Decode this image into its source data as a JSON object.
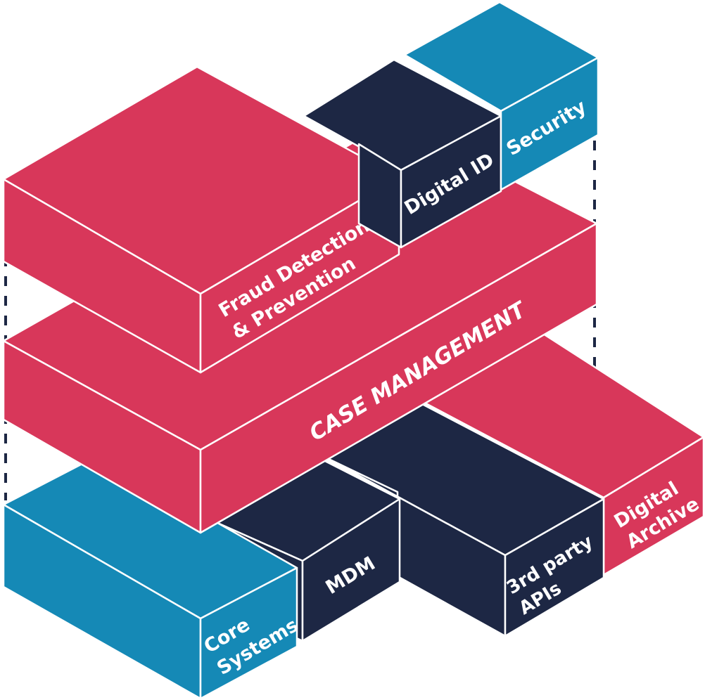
{
  "colors": {
    "red": "#d8375a",
    "navy": "#1d2744",
    "blue": "#1589b6",
    "edge": "#ffffff",
    "dash": "#1d2744"
  },
  "blocks": {
    "fraud": {
      "line1": "Fraud Detection",
      "line2": "& Prevention"
    },
    "digital_id": {
      "label": "Digital ID"
    },
    "security": {
      "label": "Security"
    },
    "case_management": {
      "label": "CASE MANAGEMENT"
    },
    "core_systems": {
      "line1": "Core",
      "line2": "Systems"
    },
    "mdm": {
      "label": "MDM"
    },
    "third_party": {
      "line1": "3rd party",
      "line2": "APIs"
    },
    "digital_archive": {
      "line1": "Digital",
      "line2": "Archive"
    }
  }
}
